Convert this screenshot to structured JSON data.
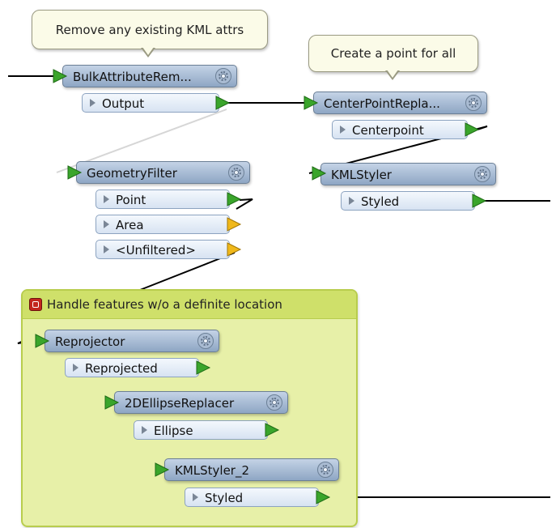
{
  "annotations": {
    "remove_attrs": "Remove any existing KML attrs",
    "create_point": "Create a point for all"
  },
  "bookmark": {
    "title": "Handle features w/o a definite location"
  },
  "transformers": {
    "bulk": {
      "name": "BulkAttributeRem...",
      "ports": [
        "Output"
      ]
    },
    "centerpoint": {
      "name": "CenterPointRepla...",
      "ports": [
        "Centerpoint"
      ]
    },
    "kmlstyler": {
      "name": "KMLStyler",
      "ports": [
        "Styled"
      ]
    },
    "geometryfilter": {
      "name": "GeometryFilter",
      "ports": [
        "Point",
        "Area",
        "<Unfiltered>"
      ]
    },
    "reprojector": {
      "name": "Reprojector",
      "ports": [
        "Reprojected"
      ]
    },
    "ellipse": {
      "name": "2DEllipseReplacer",
      "ports": [
        "Ellipse"
      ]
    },
    "kmlstyler2": {
      "name": "KMLStyler_2",
      "ports": [
        "Styled"
      ]
    }
  },
  "colors": {
    "connection": "#000000",
    "port_green": "#3aa52b",
    "port_yellow": "#f0b81a",
    "transformer_header": "#8ea6c4",
    "bookmark_fill": "#e7f0a8",
    "bookmark_header": "#cfe06a"
  },
  "icons": [
    "settings-gear-icon",
    "expand-triangle-icon",
    "bookmark-icon"
  ]
}
